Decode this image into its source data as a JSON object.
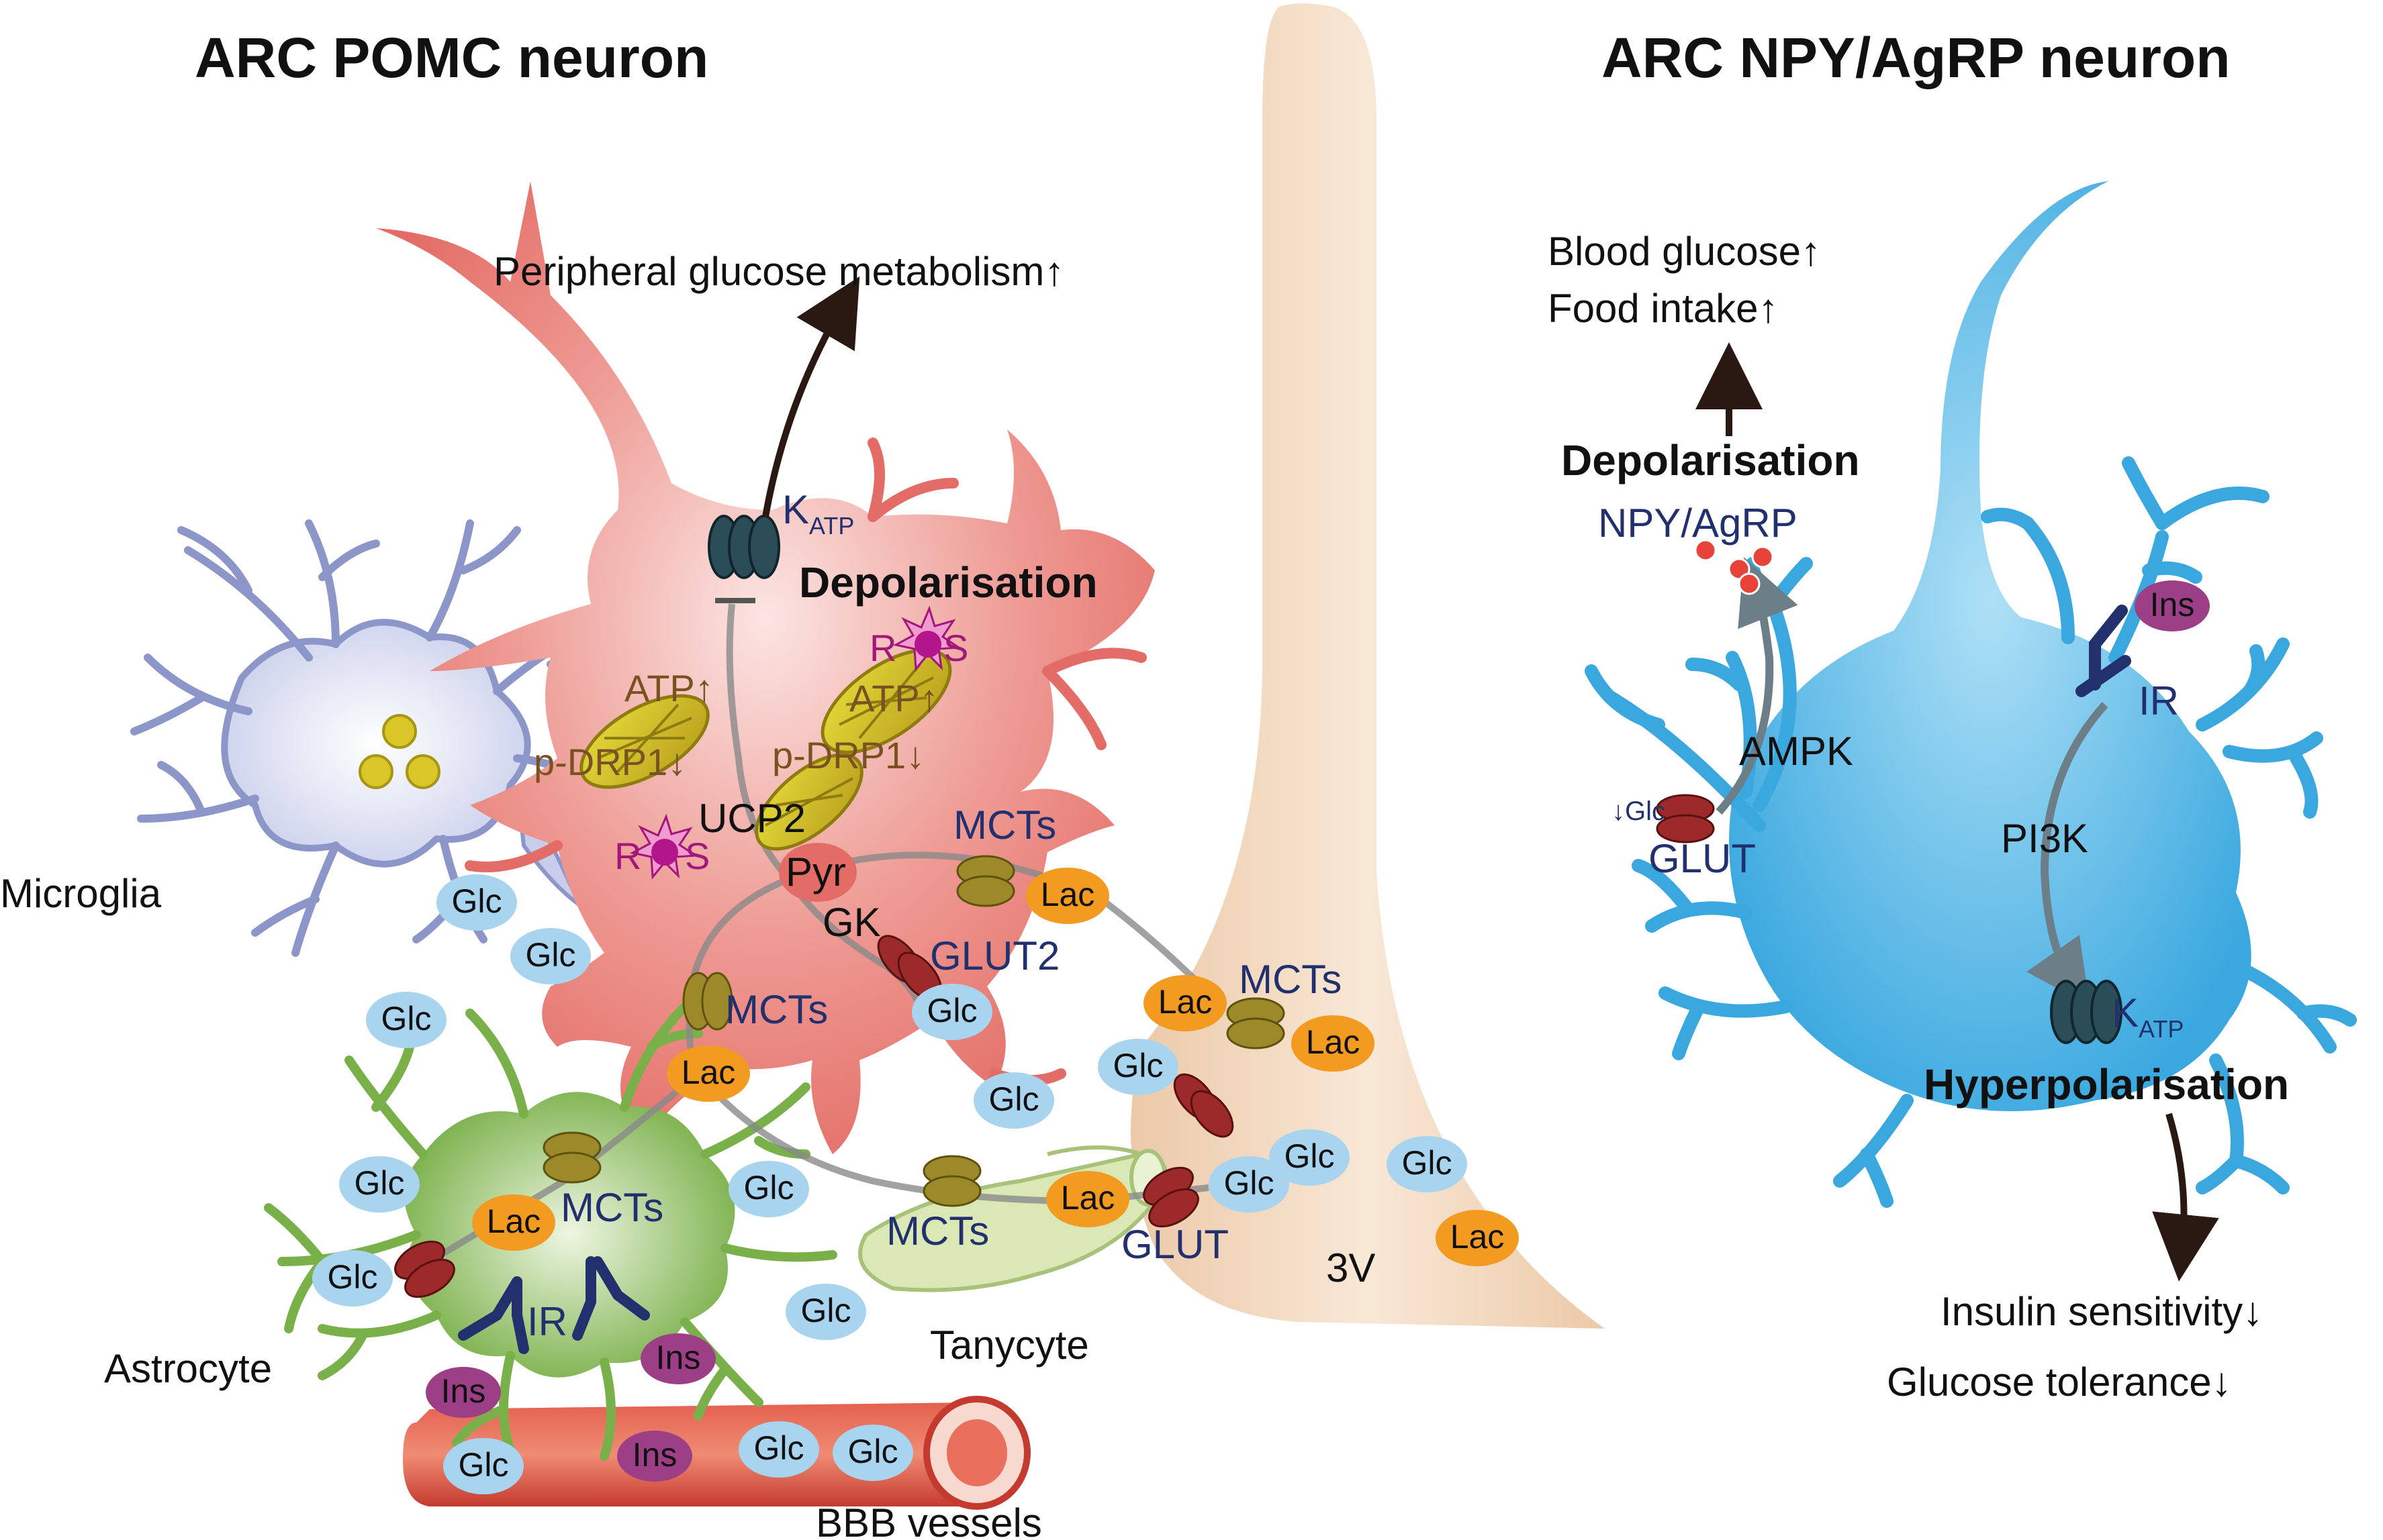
{
  "titles": {
    "left": "ARC POMC neuron",
    "right": "ARC NPY/AgRP neuron"
  },
  "cells": {
    "microglia": "Microglia",
    "astrocyte": "Astrocyte",
    "tanycyte": "Tanycyte",
    "bbb": "BBB vessels",
    "ventricle": "3V"
  },
  "pomc": {
    "outcome": "Peripheral glucose metabolism↑",
    "katp_main": "K",
    "katp_sub": "ATP",
    "depol": "Depolarisation",
    "ros1_a": "R",
    "ros1_b": "S",
    "ros2_a": "R",
    "ros2_b": "S",
    "atp1": "ATP↑",
    "atp2": "ATP↑",
    "pdrp1_1": "p-DRP1↓",
    "pdrp1_2": "p-DRP1↓",
    "ucp2": "UCP2",
    "pyr": "Pyr",
    "gk": "GK",
    "glut2": "GLUT2",
    "mcts_top": "MCTs",
    "mcts_mid": "MCTs",
    "mcts_right": "MCTs",
    "mcts_astro": "MCTs",
    "mcts_tany": "MCTs",
    "glut_tany": "GLUT",
    "ir": "IR"
  },
  "ovals": {
    "glc": "Glc",
    "lac": "Lac",
    "ins": "Ins"
  },
  "npy": {
    "outcome1": "Blood glucose↑",
    "outcome2": "Food intake↑",
    "depol": "Depolarisation",
    "npy_agrp": "NPY/AgRP",
    "ins": "Ins",
    "ir": "IR",
    "ampk": "AMPK",
    "pi3k": "PI3K",
    "glc_small": "↓Glc",
    "glut": "GLUT",
    "katp_main": "K",
    "katp_sub": "ATP",
    "hyperpol": "Hyperpolarisation",
    "effect1": "Insulin sensitivity↓",
    "effect2": "Glucose tolerance↓"
  },
  "colors": {
    "pomc_cell": "#e8867f",
    "npy_cell": "#4db3e6",
    "microglia": "#9aa5d6",
    "astrocyte": "#7ab04a",
    "tanycyte": "#d6e6b0",
    "ventricle": "#f3dcc4",
    "vessel": "#d6473a",
    "glc": "#a8d4ef",
    "lac": "#f39a21",
    "ins": "#9c3f86",
    "transporter": "#9c2a2a",
    "mct": "#8f7a22"
  }
}
